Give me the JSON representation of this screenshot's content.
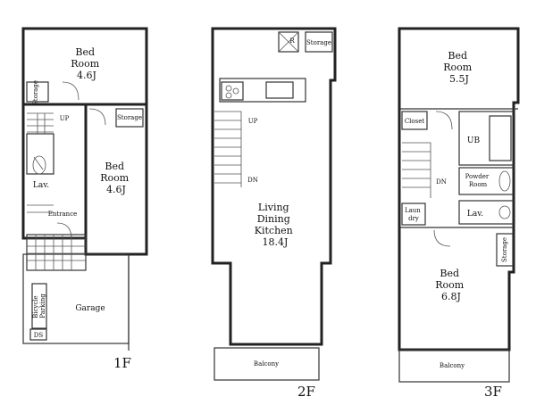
{
  "floors": [
    {
      "name": "1F",
      "rooms": [
        {
          "key": "bed1",
          "lines": [
            "Bed",
            "Room",
            "4.6J"
          ]
        },
        {
          "key": "bed2",
          "lines": [
            "Bed",
            "Room",
            "4.6J"
          ]
        },
        {
          "key": "storage_a",
          "lines": [
            "Storage"
          ]
        },
        {
          "key": "storage_b",
          "lines": [
            "Storage"
          ]
        },
        {
          "key": "lav",
          "lines": [
            "Lav."
          ]
        },
        {
          "key": "entrance",
          "lines": [
            "Entrance"
          ]
        },
        {
          "key": "garage",
          "lines": [
            "Garage"
          ]
        },
        {
          "key": "bicycle",
          "lines": [
            "Bicycle",
            "Parking"
          ]
        },
        {
          "key": "ds",
          "lines": [
            "DS"
          ]
        }
      ],
      "stair_labels": [
        "UP"
      ]
    },
    {
      "name": "2F",
      "rooms": [
        {
          "key": "ldk",
          "lines": [
            "Living",
            "Dining",
            "Kitchen",
            "18.4J"
          ]
        },
        {
          "key": "storage",
          "lines": [
            "Storage"
          ]
        },
        {
          "key": "r",
          "lines": [
            "R"
          ]
        },
        {
          "key": "balcony",
          "lines": [
            "Balcony"
          ]
        }
      ],
      "stair_labels": [
        "UP",
        "DN"
      ]
    },
    {
      "name": "3F",
      "rooms": [
        {
          "key": "bed1",
          "lines": [
            "Bed",
            "Room",
            "5.5J"
          ]
        },
        {
          "key": "bed2",
          "lines": [
            "Bed",
            "Room",
            "6.8J"
          ]
        },
        {
          "key": "closet",
          "lines": [
            "Closet"
          ]
        },
        {
          "key": "ub",
          "lines": [
            "UB"
          ]
        },
        {
          "key": "powder",
          "lines": [
            "Powder",
            "Room"
          ]
        },
        {
          "key": "laundry",
          "lines": [
            "Laun",
            "dry"
          ]
        },
        {
          "key": "lav",
          "lines": [
            "Lav."
          ]
        },
        {
          "key": "storage",
          "lines": [
            "Storage"
          ]
        },
        {
          "key": "balcony",
          "lines": [
            "Balcony"
          ]
        }
      ],
      "stair_labels": [
        "DN"
      ]
    }
  ]
}
